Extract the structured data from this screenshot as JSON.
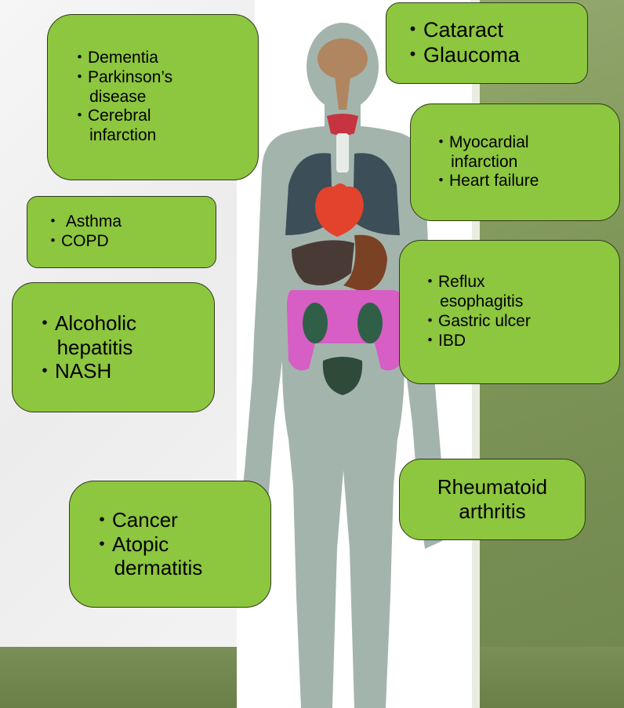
{
  "colors": {
    "box_fill": "#8dc63f",
    "box_border": "#2f3a1a",
    "body": "#a3b4ad",
    "brain": "#b08660",
    "thyroid": "#c63341",
    "lungs": "#3c4e58",
    "heart": "#e3422c",
    "liver": "#4a3a35",
    "stomach": "#7a4124",
    "intestines": "#d65ec4",
    "kidneys": "#2f6047",
    "bladder": "#2f4a38"
  },
  "boxes": {
    "brain": [
      "・Dementia",
      "・Parkinson’s",
      "disease",
      "・Cerebral",
      "infarction"
    ],
    "eye": [
      "・Cataract",
      "・Glaucoma"
    ],
    "heart": [
      "・Myocardial",
      "infarction",
      "・Heart failure"
    ],
    "lung": [
      "・ Asthma",
      "・COPD"
    ],
    "liver": [
      "・Alcoholic",
      "hepatitis",
      "・NASH"
    ],
    "gut": [
      "・Reflux",
      "esophagitis",
      "・Gastric ulcer",
      "・IBD"
    ],
    "skin": [
      "・Cancer",
      "・Atopic",
      "dermatitis"
    ],
    "joint": [
      "Rheumatoid",
      "arthritis"
    ]
  }
}
